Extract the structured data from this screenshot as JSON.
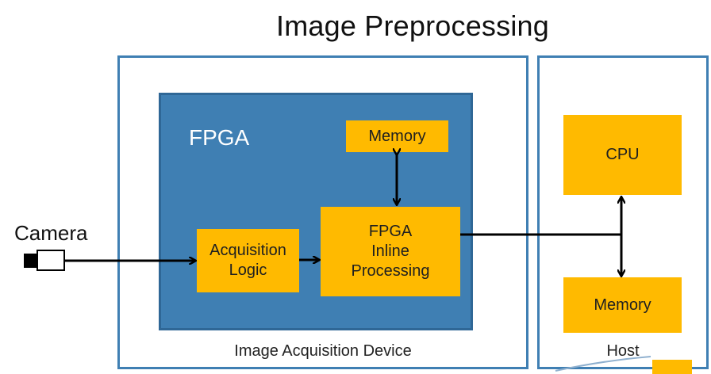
{
  "title": "Image Preprocessing",
  "camera_label": "Camera",
  "fpga_label": "FPGA",
  "device_label": "Image Acquisition Device",
  "host_label": "Host",
  "blocks": {
    "acquisition": "Acquisition\nLogic",
    "inline": "FPGA\nInline\nProcessing",
    "fpga_memory": "Memory",
    "cpu": "CPU",
    "host_memory": "Memory"
  },
  "colors": {
    "panel_border": "#3f7fb3",
    "fpga_fill": "#3f7fb3",
    "block_fill": "#ffba00",
    "arrow": "#000000"
  }
}
